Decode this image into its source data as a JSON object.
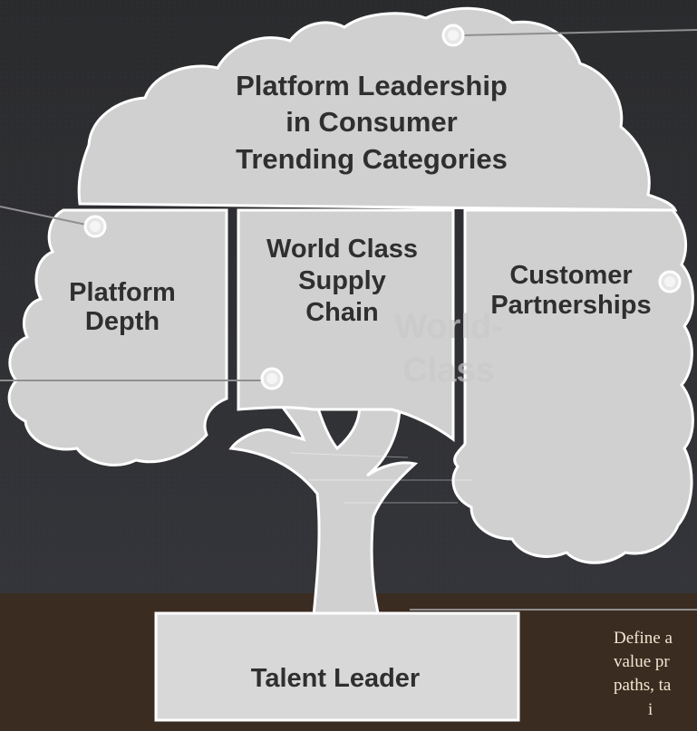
{
  "diagram": {
    "crown": {
      "label": "Platform Leadership\nin Consumer\nTrending Categories"
    },
    "branches": [
      {
        "id": "depth",
        "label": "Platform\nDepth"
      },
      {
        "id": "supply",
        "label": "World Class\nSupply\nChain"
      },
      {
        "id": "partners",
        "label": "Customer\nPartnerships"
      }
    ],
    "watermark": "World-\nClass",
    "root": {
      "label": "Talent Leader"
    },
    "note": {
      "lines": [
        "Define a",
        "value pr",
        "paths, ta",
        "i"
      ]
    }
  },
  "colors": {
    "background": "#2d2e30",
    "ground": "#3b2c22",
    "tree_fill": "#d0d0d0",
    "outline": "#ffffff",
    "text": "#2f2f2f",
    "connector": "#8f8f8f",
    "note_text": "#f0e6d0"
  }
}
